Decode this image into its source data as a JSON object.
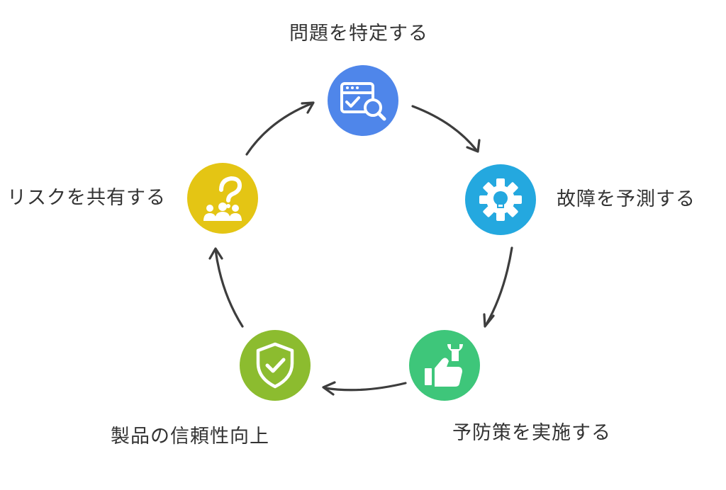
{
  "diagram": {
    "type": "cycle",
    "steps": [
      {
        "id": "identify",
        "label": "問題を特定する",
        "color": "#4f86ea",
        "icon": "browser-search-icon"
      },
      {
        "id": "predict",
        "label": "故障を予測する",
        "color": "#24a8df",
        "icon": "gear-icon"
      },
      {
        "id": "prevent",
        "label": "予防策を実施する",
        "color": "#3ec67a",
        "icon": "wrench-thumbs-up-icon"
      },
      {
        "id": "reliability",
        "label": "製品の信頼性向上",
        "color": "#8cbc2f",
        "icon": "shield-check-icon"
      },
      {
        "id": "share",
        "label": "リスクを共有する",
        "color": "#e4c514",
        "icon": "question-group-icon"
      }
    ]
  }
}
